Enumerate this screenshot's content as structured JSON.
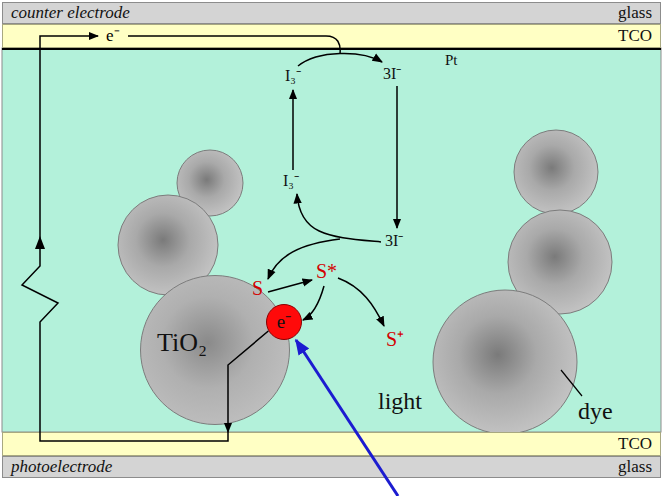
{
  "diagram": {
    "nodes": [
      {
        "text": [
          "counter electrode",
          "glass"
        ]
      },
      {
        "text": [
          "TCO"
        ]
      },
      {
        "text": [
          "TiO₂"
        ]
      },
      {
        "text": [
          "e⁻"
        ]
      },
      {
        "text": [
          "TCO"
        ]
      },
      {
        "text": [
          "photoelectrode",
          "glass"
        ]
      }
    ],
    "edges": [
      {
        "from": 3,
        "to": 4,
        "arrow": "to"
      },
      {
        "from": 4,
        "to": 1,
        "arrow": "to",
        "label": "e⁻"
      }
    ],
    "labels": [
      "Pt",
      "I₃⁻",
      "3I⁻",
      "I₃⁻",
      "3I⁻",
      "S",
      "S*",
      "S⁺",
      "light",
      "dye"
    ]
  }
}
